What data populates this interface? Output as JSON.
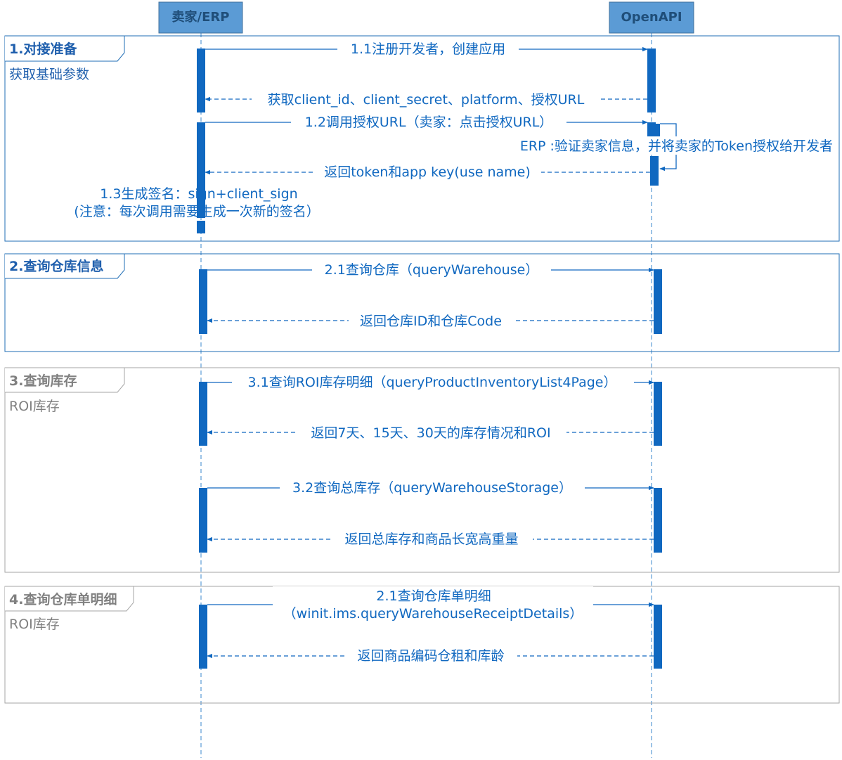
{
  "participants": {
    "seller": "卖家/ERP",
    "openapi": "OpenAPI"
  },
  "colors": {
    "accent": "#1068C0",
    "header_fill": "#5B9BD5",
    "header_text": "#1F4E79",
    "frame_active": "#1F6DB5",
    "frame_inactive": "#A6A6A6",
    "label_active": "#1F5FAD",
    "label_inactive": "#808080"
  },
  "sections": [
    {
      "title": "1.对接准备",
      "subtitle": "获取基础参数",
      "active": true,
      "messages": {
        "m1": "1.1注册开发者，创建应用",
        "m2": "获取client_id、client_secret、platform、授权URL",
        "m3": "1.2调用授权URL（卖家：点击授权URL）",
        "m4": "ERP :验证卖家信息，并将卖家的Token授权给开发者",
        "m5": "返回token和app key(use name)",
        "m6a": "1.3生成签名：sign+client_sign",
        "m6b": "(注意：每次调用需要生成一次新的签名）"
      }
    },
    {
      "title": "2.查询仓库信息",
      "subtitle": "",
      "active": true,
      "messages": {
        "m1": "2.1查询仓库（queryWarehouse）",
        "m2": "返回仓库ID和仓库Code"
      }
    },
    {
      "title": "3.查询库存",
      "subtitle": "ROI库存",
      "active": false,
      "messages": {
        "m1": "3.1查询ROI库存明细（queryProductInventoryList4Page）",
        "m2": "返回7天、15天、30天的库存情况和ROI",
        "m3": "3.2查询总库存（queryWarehouseStorage）",
        "m4": "返回总库存和商品长宽高重量"
      }
    },
    {
      "title": "4.查询仓库单明细",
      "subtitle": "ROI库存",
      "active": false,
      "messages": {
        "m1a": "2.1查询仓库单明细",
        "m1b": "（winit.ims.queryWarehouseReceiptDetails）",
        "m2": "返回商品编码仓租和库龄"
      }
    }
  ]
}
